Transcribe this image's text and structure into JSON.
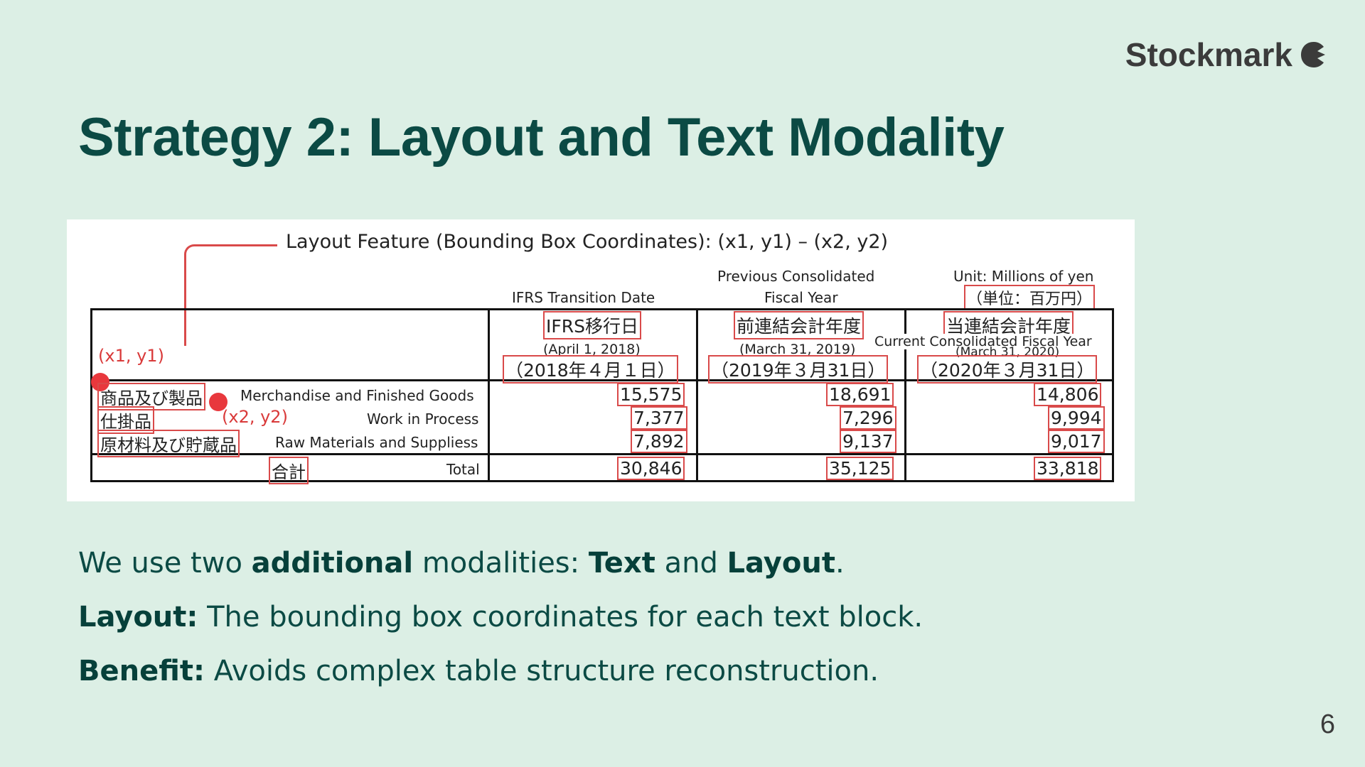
{
  "brand": {
    "name": "Stockmark",
    "logo_icon": "stockmark-logo-icon"
  },
  "slide": {
    "title": "Strategy 2: Layout and Text Modality",
    "page_number": "6"
  },
  "figure": {
    "caption": "Layout Feature (Bounding Box Coordinates): (x1, y1) – (x2, y2)",
    "unit_en": "Unit: Millions of yen",
    "unit_jp": "（単位：百万円）",
    "col1": {
      "en": "IFRS Transition Date",
      "jp": "IFRS移行日",
      "date_en": "(April 1, 2018)",
      "date_jp": "（2018年４月１日）"
    },
    "col2": {
      "en_line1": "Previous Consolidated",
      "en_line2": "Fiscal Year",
      "jp": "前連結会計年度",
      "date_en": "(March 31, 2019)",
      "date_jp": "（2019年３月31日）"
    },
    "col3": {
      "en": "Current Consolidated Fiscal Year",
      "jp": "当連結会計年度",
      "date_en": "(March 31, 2020)",
      "date_jp": "（2020年３月31日）"
    },
    "marker_1": "(x1, y1)",
    "marker_2": "(x2, y2)",
    "rows": [
      {
        "jp": "商品及び製品",
        "en": "Merchandise and Finished Goods",
        "v1": "15,575",
        "v2": "18,691",
        "v3": "14,806"
      },
      {
        "jp": "仕掛品",
        "en": "Work in Process",
        "v1": "7,377",
        "v2": "7,296",
        "v3": "9,994"
      },
      {
        "jp": "原材料及び貯蔵品",
        "en": "Raw Materials and Suppliess",
        "v1": "7,892",
        "v2": "9,137",
        "v3": "9,017"
      }
    ],
    "total": {
      "jp": "合計",
      "en": "Total",
      "v1": "30,846",
      "v2": "35,125",
      "v3": "33,818"
    }
  },
  "bullets": [
    {
      "parts": [
        {
          "text": "We use two ",
          "bold": false
        },
        {
          "text": "additional",
          "bold": true
        },
        {
          "text": " modalities: ",
          "bold": false
        },
        {
          "text": "Text",
          "bold": true
        },
        {
          "text": " and ",
          "bold": false
        },
        {
          "text": "Layout",
          "bold": true
        },
        {
          "text": ".",
          "bold": false
        }
      ]
    },
    {
      "parts": [
        {
          "text": "Layout:",
          "bold": true
        },
        {
          "text": " The bounding box coordinates for each text block.",
          "bold": false
        }
      ]
    },
    {
      "parts": [
        {
          "text": "Benefit:",
          "bold": true
        },
        {
          "text": " Avoids complex table structure reconstruction.",
          "bold": false
        }
      ]
    }
  ]
}
